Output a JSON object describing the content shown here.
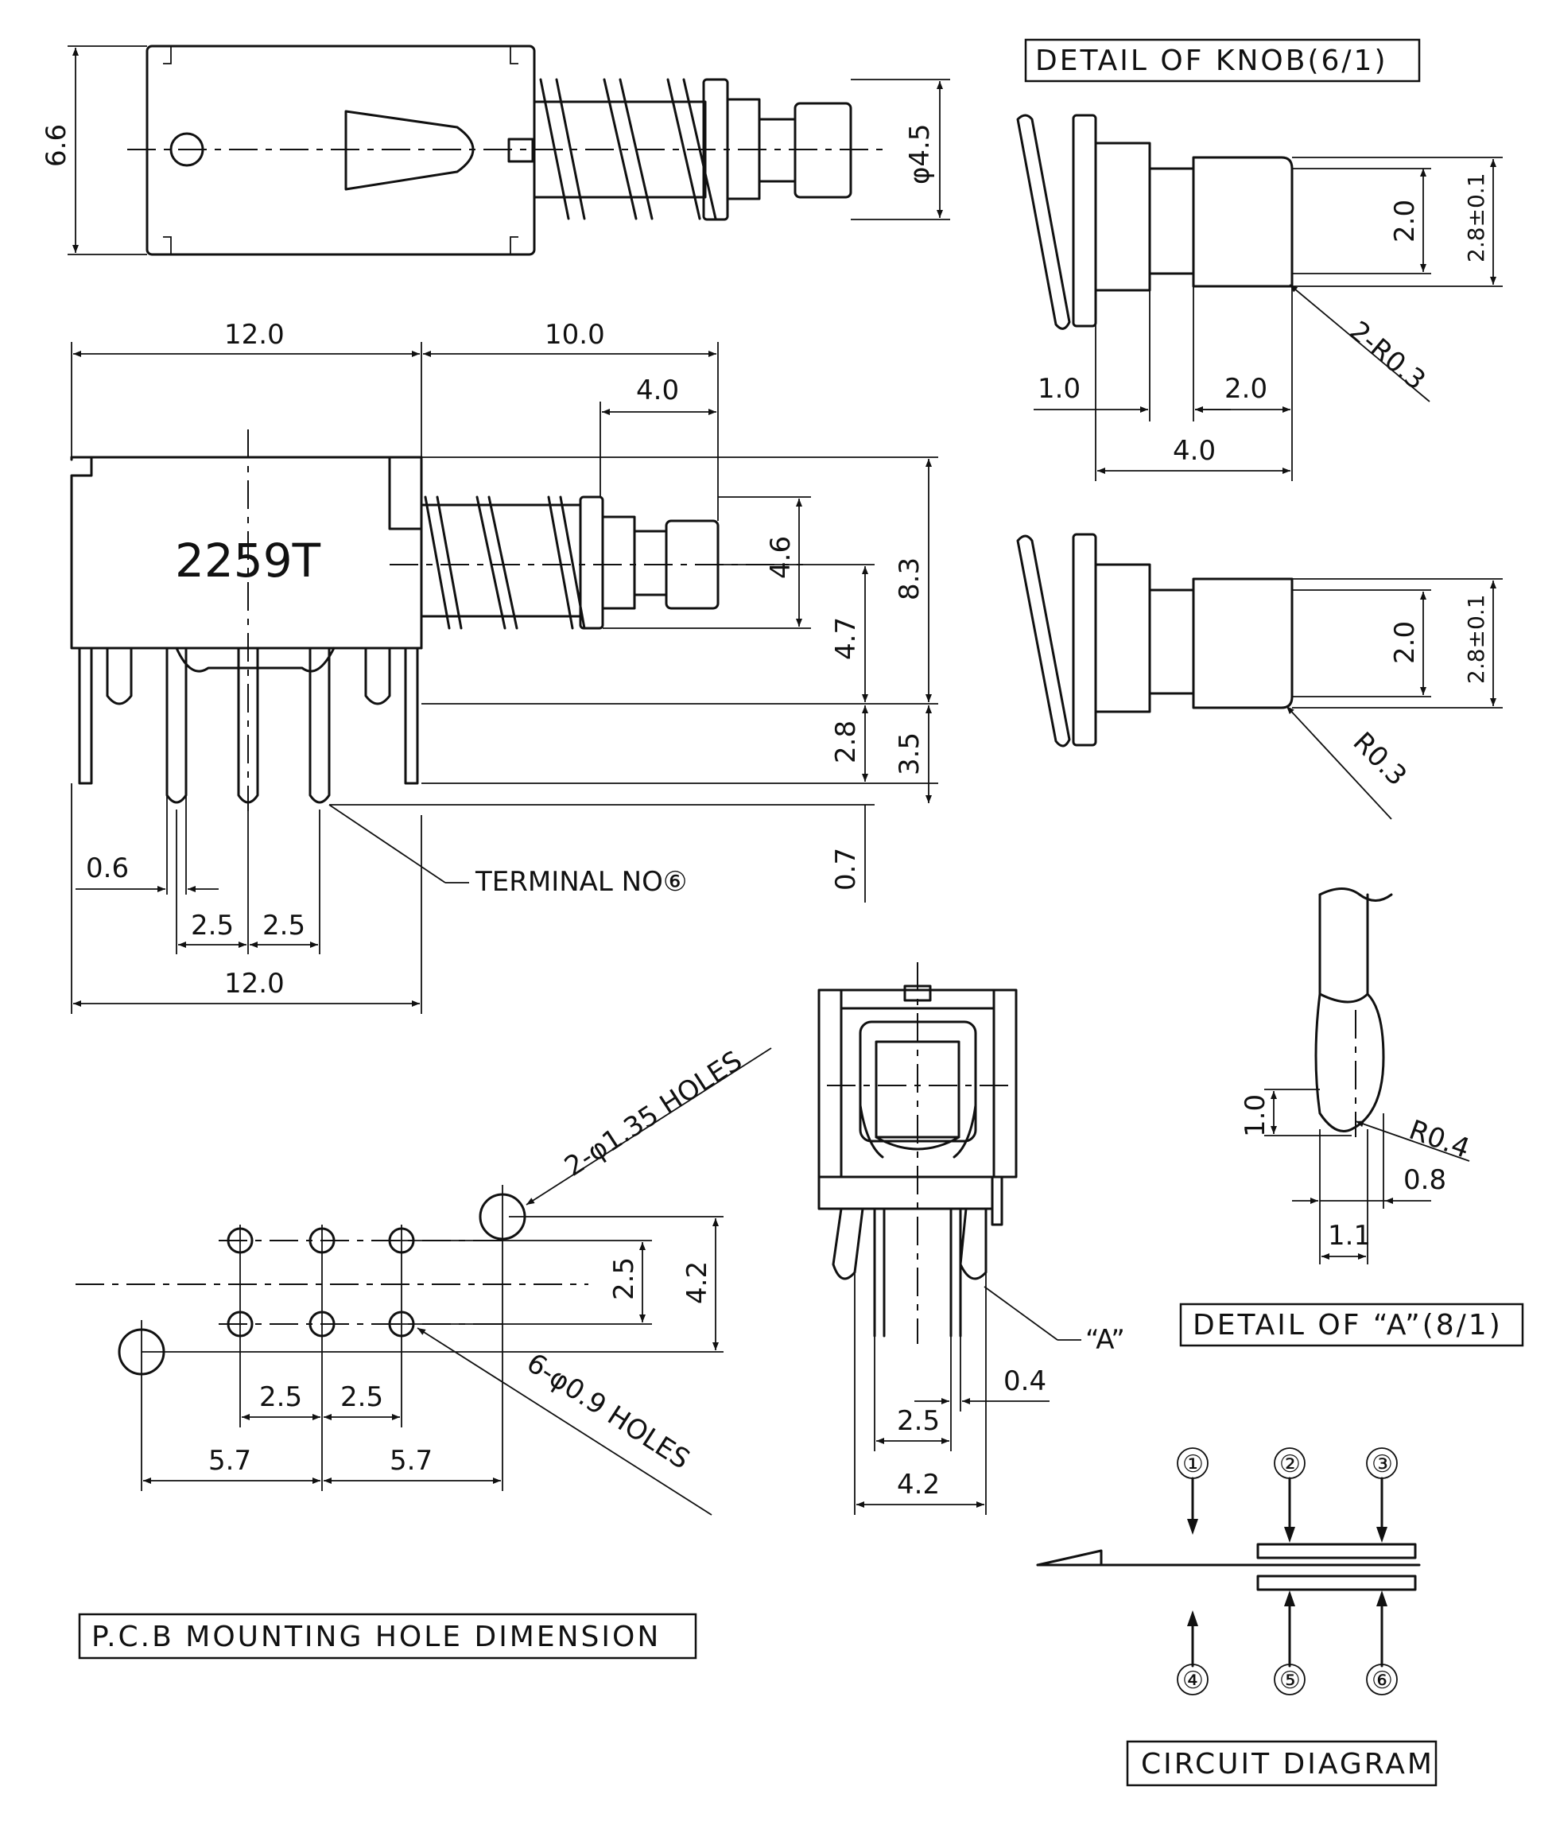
{
  "part_number": "2259T",
  "titles": {
    "detail_knob": "DETAIL OF KNOB(6/1)",
    "detail_a": "DETAIL OF “A”(8/1)",
    "pcb": "P.C.B MOUNTING HOLE DIMENSION",
    "circuit": "CIRCUIT DIAGRAM"
  },
  "dimensions": {
    "top_height": "6.6",
    "knob_dia": "φ4.5",
    "width_body": "12.0",
    "width_plunger": "10.0",
    "knob_len": "4.0",
    "knob_h": "4.6",
    "h_8_3": "8.3",
    "h_4_7": "4.7",
    "h_2_8": "2.8",
    "h_3_5": "3.5",
    "h_0_7": "0.7",
    "pin_w": "0.6",
    "pitch_a": "2.5",
    "pitch_b": "2.5",
    "width_bottom": "12.0",
    "knob_detail_2_0": "2.0",
    "knob_detail_2_8": "2.8±0.1",
    "knob_detail_1_0": "1.0",
    "knob_detail_2_0b": "2.0",
    "knob_detail_4_0": "4.0",
    "knob_detail_2_0c": "2.0",
    "knob_detail_2_8b": "2.8±0.1",
    "r_2_03": "2-R0.3",
    "r_03": "R0.3",
    "detail_a_1_0": "1.0",
    "detail_a_r04": "R0.4",
    "detail_a_0_8": "0.8",
    "detail_a_1_1": "1.1",
    "side_0_4": "0.4",
    "side_2_5": "2.5",
    "side_4_2": "4.2",
    "pcb_2_5v": "2.5",
    "pcb_4_2": "4.2",
    "pcb_2_5a": "2.5",
    "pcb_2_5b": "2.5",
    "pcb_5_7a": "5.7",
    "pcb_5_7b": "5.7"
  },
  "callouts": {
    "terminal": "TERMINAL NO⑥",
    "holes_big": "2-φ1.35 HOLES",
    "holes_small": "6-φ0.9 HOLES",
    "detail_ref": "“A”"
  },
  "circuit_terminals": [
    "①",
    "②",
    "③",
    "④",
    "⑤",
    "⑥"
  ]
}
